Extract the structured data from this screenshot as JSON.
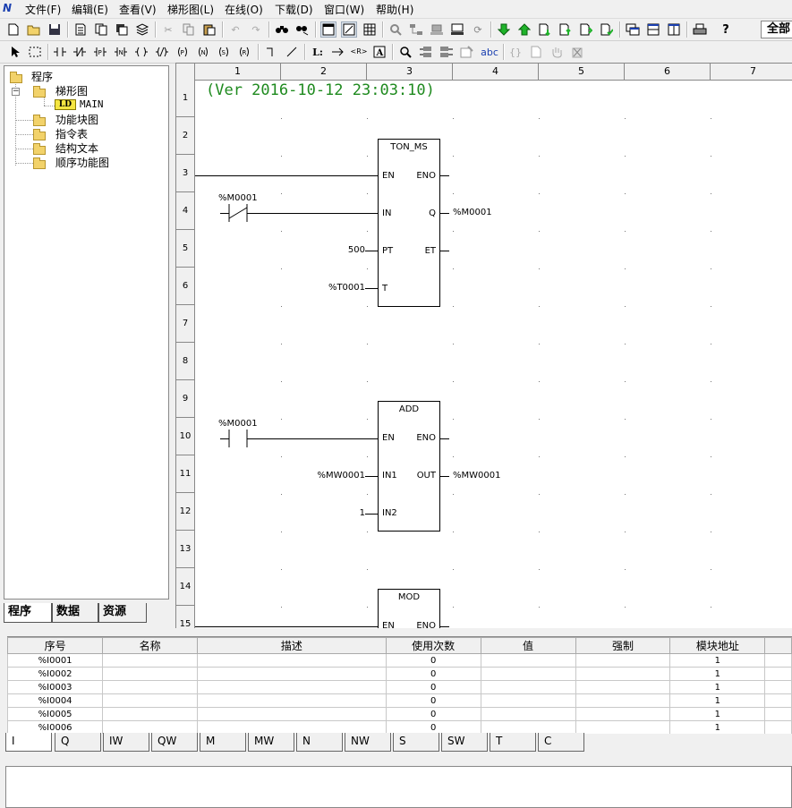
{
  "app": {
    "logo_text": "N"
  },
  "menu": [
    "文件(F)",
    "编辑(E)",
    "查看(V)",
    "梯形图(L)",
    "在线(O)",
    "下载(D)",
    "窗口(W)",
    "帮助(H)"
  ],
  "toolbar": {
    "fullscreen_label": "全部"
  },
  "tree": {
    "root": "程序",
    "ladder": "梯形图",
    "main_badge": "LD",
    "main": "MAIN",
    "items": [
      "功能块图",
      "指令表",
      "结构文本",
      "顺序功能图"
    ]
  },
  "left_tabs": [
    "程序",
    "数据",
    "资源"
  ],
  "editor": {
    "columns": [
      "1",
      "2",
      "3",
      "4",
      "5",
      "6",
      "7"
    ],
    "rows": [
      "1",
      "2",
      "3",
      "4",
      "5",
      "6",
      "7",
      "8",
      "9",
      "10",
      "11",
      "12",
      "13",
      "14",
      "15"
    ],
    "version": "(Ver 2016-10-12 23:03:10)",
    "blocks": {
      "ton": {
        "title": "TON_MS",
        "en": "EN",
        "eno": "ENO",
        "in": "IN",
        "q": "Q",
        "pt": "PT",
        "et": "ET",
        "t": "T",
        "contact": "%M0001",
        "q_out": "%M0001",
        "pt_val": "500",
        "t_val": "%T0001"
      },
      "add": {
        "title": "ADD",
        "en": "EN",
        "eno": "ENO",
        "in1": "IN1",
        "out": "OUT",
        "in2": "IN2",
        "contact": "%M0001",
        "in1_val": "%MW0001",
        "out_val": "%MW0001",
        "in2_val": "1"
      },
      "mod": {
        "title": "MOD",
        "en": "EN",
        "eno": "ENO"
      }
    }
  },
  "var_table": {
    "headers": [
      "序号",
      "名称",
      "描述",
      "使用次数",
      "值",
      "强制",
      "模块地址"
    ],
    "rows": [
      [
        "%I0001",
        "",
        "",
        "0",
        "",
        "",
        "1"
      ],
      [
        "%I0002",
        "",
        "",
        "0",
        "",
        "",
        "1"
      ],
      [
        "%I0003",
        "",
        "",
        "0",
        "",
        "",
        "1"
      ],
      [
        "%I0004",
        "",
        "",
        "0",
        "",
        "",
        "1"
      ],
      [
        "%I0005",
        "",
        "",
        "0",
        "",
        "",
        "1"
      ],
      [
        "%I0006",
        "",
        "",
        "0",
        "",
        "",
        "1"
      ]
    ]
  },
  "bottom_tabs": [
    "I",
    "Q",
    "IW",
    "QW",
    "M",
    "MW",
    "N",
    "NW",
    "S",
    "SW",
    "T",
    "C"
  ],
  "colors": {
    "version_text": "#1e8a1e",
    "ld_badge": "#f5e642",
    "folder": "#f2d26a"
  }
}
